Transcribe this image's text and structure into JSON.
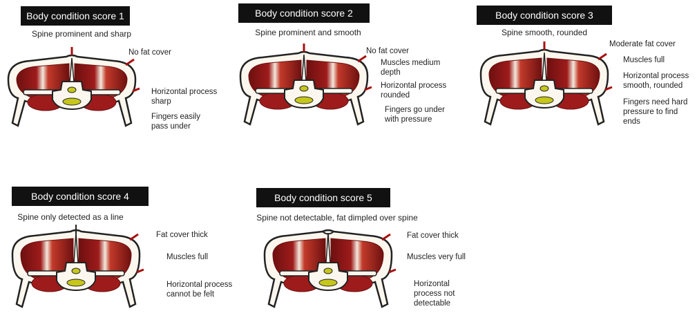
{
  "colors": {
    "title_bg": "#111111",
    "title_text": "#ffffff",
    "muscle": "#9e1b1b",
    "muscle_dark": "#6e1010",
    "fat_outline": "#222222",
    "fat_fill": "#fbf7ee",
    "vertebra_core": "#c6c61c",
    "arrow": "#a80f0f"
  },
  "panels": [
    {
      "title": "Body condition score 1",
      "spine_label": "Spine prominent and sharp",
      "labels": [
        {
          "lines": [
            "No fat cover"
          ]
        },
        {
          "lines": [
            "Horizontal process",
            "sharp"
          ]
        },
        {
          "lines": [
            "Fingers easily",
            "pass under"
          ]
        }
      ]
    },
    {
      "title": "Body condition score 2",
      "spine_label": "Spine prominent and smooth",
      "labels": [
        {
          "lines": [
            "No fat cover"
          ]
        },
        {
          "lines": [
            "Muscles medium",
            "depth"
          ]
        },
        {
          "lines": [
            "Horizontal process",
            "rounded"
          ]
        },
        {
          "lines": [
            "Fingers go under",
            "with pressure"
          ]
        }
      ]
    },
    {
      "title": "Body condition score 3",
      "spine_label": "Spine smooth, rounded",
      "labels": [
        {
          "lines": [
            "Moderate fat cover"
          ]
        },
        {
          "lines": [
            "Muscles full"
          ]
        },
        {
          "lines": [
            "Horizontal process",
            "smooth, rounded"
          ]
        },
        {
          "lines": [
            "Fingers need hard",
            "pressure to find",
            "ends"
          ]
        }
      ]
    },
    {
      "title": "Body condition score 4",
      "spine_label": "Spine only detected as a line",
      "labels": [
        {
          "lines": [
            "Fat cover thick"
          ]
        },
        {
          "lines": [
            "Muscles full"
          ]
        },
        {
          "lines": [
            "Horizontal process",
            "cannot be felt"
          ]
        }
      ]
    },
    {
      "title": "Body condition score 5",
      "spine_label": "Spine not detectable, fat dimpled over spine",
      "labels": [
        {
          "lines": [
            "Fat cover thick"
          ]
        },
        {
          "lines": [
            "Muscles very full"
          ]
        },
        {
          "lines": [
            "Horizontal",
            "process not",
            "detectable"
          ]
        }
      ]
    }
  ]
}
